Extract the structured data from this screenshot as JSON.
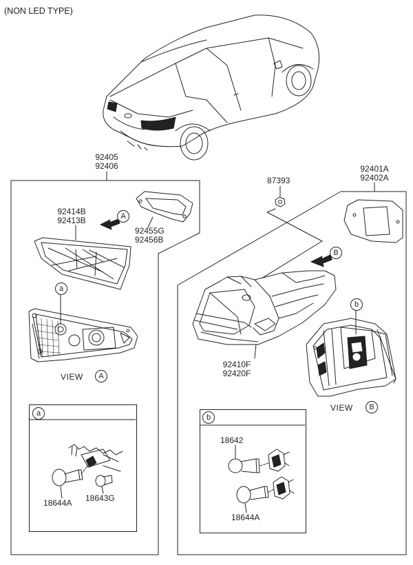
{
  "header": {
    "type_note": "(NON LED TYPE)"
  },
  "left_assembly": {
    "part_numbers": [
      "92405",
      "92406"
    ],
    "inner_lamp_numbers": [
      "92414B",
      "92413B"
    ],
    "gasket_numbers": [
      "92455G",
      "92456B"
    ],
    "callout_a": "a",
    "view_label": "VIEW",
    "view_ref": "A",
    "arrow_ref": "A"
  },
  "detail_a": {
    "tag": "a",
    "bulb_main": "18644A",
    "bulb_small": "18643G"
  },
  "right_assembly": {
    "nut_number": "87393",
    "part_numbers": [
      "92401A",
      "92402A"
    ],
    "outer_lamp_numbers": [
      "92410F",
      "92420F"
    ],
    "callout_b": "b",
    "view_label": "VIEW",
    "view_ref": "B",
    "arrow_ref": "B"
  },
  "detail_b": {
    "tag": "b",
    "bulb_top": "18642",
    "bulb_bottom": "18644A"
  }
}
